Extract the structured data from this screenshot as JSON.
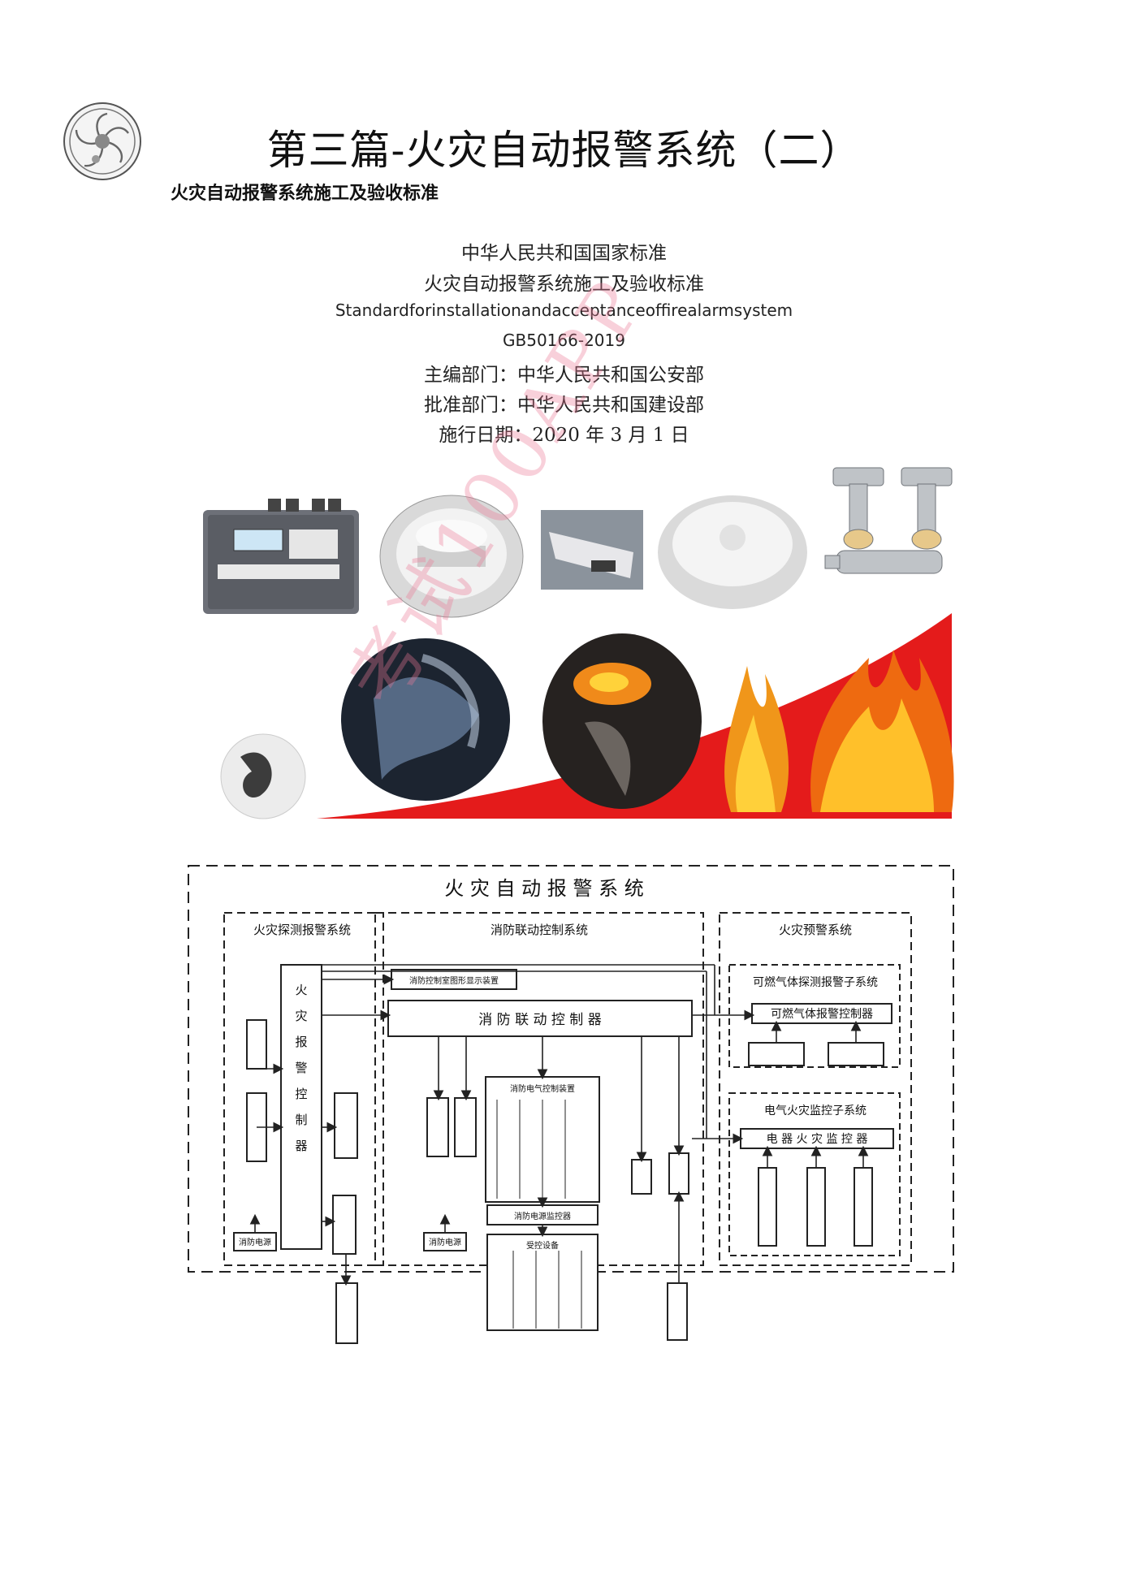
{
  "header": {
    "title": "第三篇-火灾自动报警系统（二）",
    "subtitle": "火灾自动报警系统施工及验收标准"
  },
  "standard": {
    "line1": "中华人民共和国国家标准",
    "line2": "火灾自动报警系统施工及验收标准",
    "english": "Standardforinstallationandacceptanceoffirealarmsystem",
    "code": "GB50166-2019",
    "editor": "主编部门：中华人民共和国公安部",
    "approver": "批准部门：中华人民共和国建设部",
    "effective": "施行日期：2020 年 3 月 1 日"
  },
  "watermark": "考试100APP",
  "diagram": {
    "title": "火 灾 自 动 报 警 系 统",
    "detection_group": "火灾探测报警系统",
    "linkage_group": "消防联动控制系统",
    "prewarning_group": "火灾预警系统",
    "gas_subsystem": "可燃气体探测报警子系统",
    "gas_controller": "可燃气体报警控制器",
    "electrical_subsystem": "电气火灾监控子系统",
    "electrical_controller": "电 器 火 灾 监 控 器",
    "linkage_controller": "消 防 联 动 控 制 器",
    "fire_alarm_controller": "火灾报警控制器",
    "graphic_display": "消防控制室图形显示装置",
    "power_supply": "消防电源",
    "power_supply_2": "消防电源",
    "electrical_control": "消防电气控制装置",
    "electrical_monitor": "消防电源监控器",
    "controlled_equipment": "受控设备",
    "linkage_power": "消防电源"
  }
}
